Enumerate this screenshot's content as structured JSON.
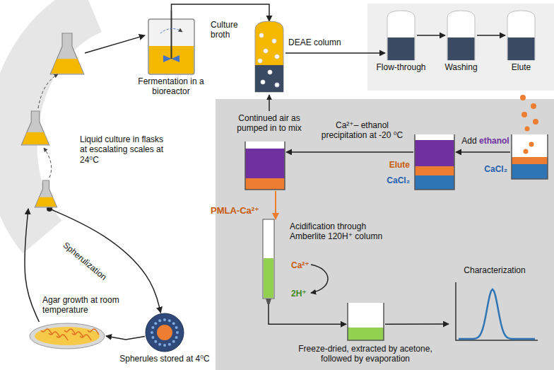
{
  "diagram": {
    "nodes": [
      {
        "text": [
          "Liquid culture in flasks at escalating scales at 24⁰C"
        ]
      },
      {
        "text": [
          "Fermentation in a bioreactor"
        ]
      },
      {
        "text": [
          "DEAE column"
        ]
      },
      {
        "text": [
          "Flow-through"
        ]
      },
      {
        "text": [
          "Washing"
        ]
      },
      {
        "text": [
          "Elute"
        ]
      },
      {
        "text": [
          "CaCl₂"
        ]
      },
      {
        "text": [
          "Elute",
          "CaCl₂"
        ]
      },
      {
        "text": [
          "PMLA-Ca²⁺"
        ]
      },
      {
        "text": [
          "Acidification through Amberlite 120H⁺ column"
        ]
      },
      {
        "text": [
          "Freeze-dried, extracted by acetone, followed by evaporation"
        ]
      },
      {
        "text": [
          "Characterization"
        ]
      },
      {
        "text": [
          "Agar growth at room temperature"
        ]
      },
      {
        "text": [
          "Spherules stored at 4⁰C"
        ]
      }
    ],
    "edges": [
      {
        "from": 0,
        "to": 1,
        "arrow": "to"
      },
      {
        "from": 1,
        "to": 2,
        "label": "Culture broth",
        "arrow": "to"
      },
      {
        "from": 2,
        "to": 3,
        "arrow": "to"
      },
      {
        "from": 3,
        "to": 4,
        "arrow": "to"
      },
      {
        "from": 4,
        "to": 5,
        "arrow": "to"
      },
      {
        "from": 6,
        "to": 7,
        "label": "Add ethanol",
        "arrow": "to"
      },
      {
        "from": 7,
        "to": 8,
        "label": "Ca²⁺– ethanol precipitation at -20 ⁰C",
        "arrow": "to"
      },
      {
        "from": 8,
        "to": 9,
        "arrow": "to"
      },
      {
        "from": 9,
        "to": 10,
        "arrow": "to"
      },
      {
        "from": 10,
        "to": 11,
        "arrow": "to"
      },
      {
        "from": 0,
        "to": 13,
        "label": "Spherulization",
        "arrow": "to"
      },
      {
        "from": 13,
        "to": 12,
        "arrow": "to"
      },
      {
        "from": 12,
        "to": 0,
        "arrow": "to"
      }
    ],
    "labels": [
      "Continued air as pumped in to mix",
      "Ca²⁺",
      "2H⁺"
    ]
  }
}
